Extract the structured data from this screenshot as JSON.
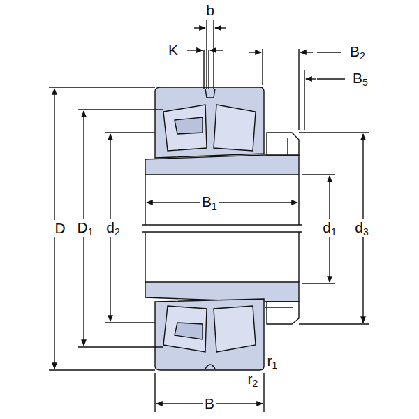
{
  "diagram": {
    "labels": [
      "b",
      "K",
      "B2",
      "B5",
      "D",
      "D1",
      "d2",
      "B1",
      "d1",
      "d3",
      "r1",
      "r2",
      "B"
    ]
  }
}
